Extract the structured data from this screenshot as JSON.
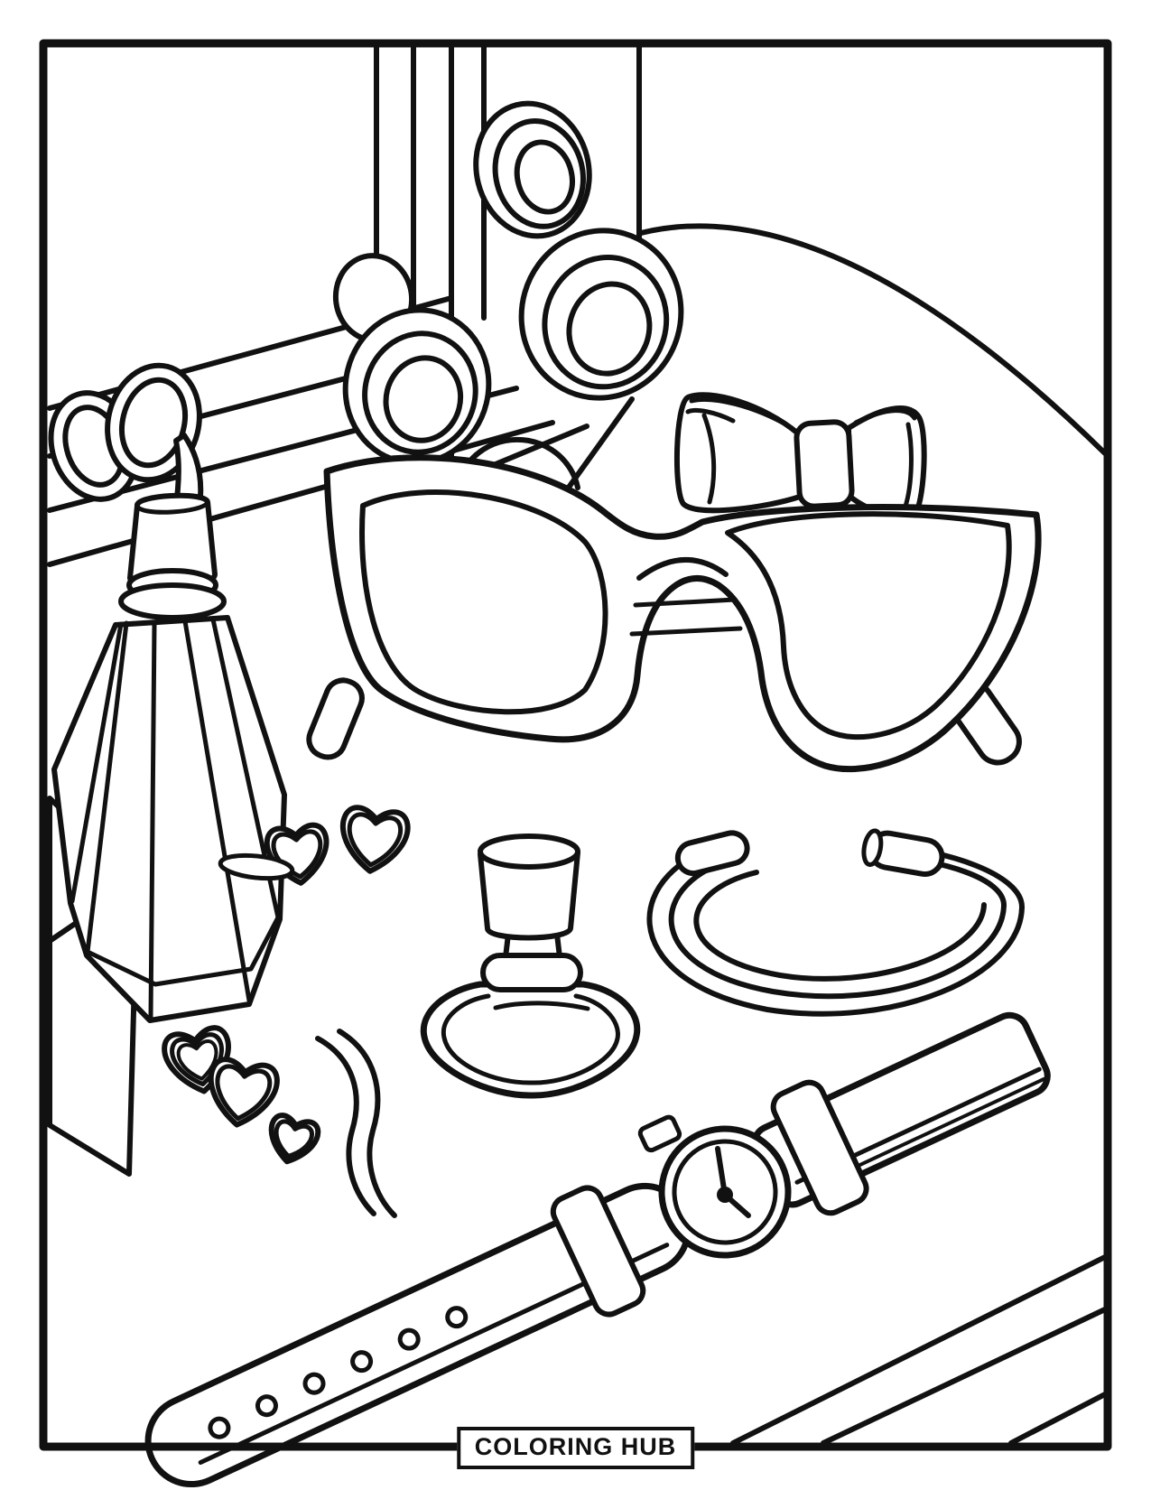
{
  "page": {
    "background_color": "#ffffff",
    "line_color": "#111111",
    "footer": {
      "label": "COLORING HUB"
    }
  },
  "illustration": {
    "alt": "Black and white coloring page of fashion accessories arranged on a vanity table",
    "items": [
      {
        "id": "vanity-mirror-frame",
        "label": "vanity mirror frame with table edge lines"
      },
      {
        "id": "vanity-bulbs",
        "label": "round vanity light bulbs"
      },
      {
        "id": "faceted-perfume-bottle",
        "label": "faceted perfume bottle with ribbon bow"
      },
      {
        "id": "gift-box",
        "label": "gift box at left edge"
      },
      {
        "id": "hair-bow",
        "label": "hair bow"
      },
      {
        "id": "cat-eye-sunglasses",
        "label": "cat-eye sunglasses"
      },
      {
        "id": "heart-brooch",
        "label": "two overlapping hearts with pin"
      },
      {
        "id": "heart-charms",
        "label": "three heart charms with ribbon"
      },
      {
        "id": "small-perfume-bottle",
        "label": "small perfume bottle with cap"
      },
      {
        "id": "cuff-bracelet",
        "label": "open cuff bracelet"
      },
      {
        "id": "wristwatch",
        "label": "wristwatch with strap holes"
      },
      {
        "id": "table-corner-lines",
        "label": "table edge lines in corner"
      }
    ]
  }
}
